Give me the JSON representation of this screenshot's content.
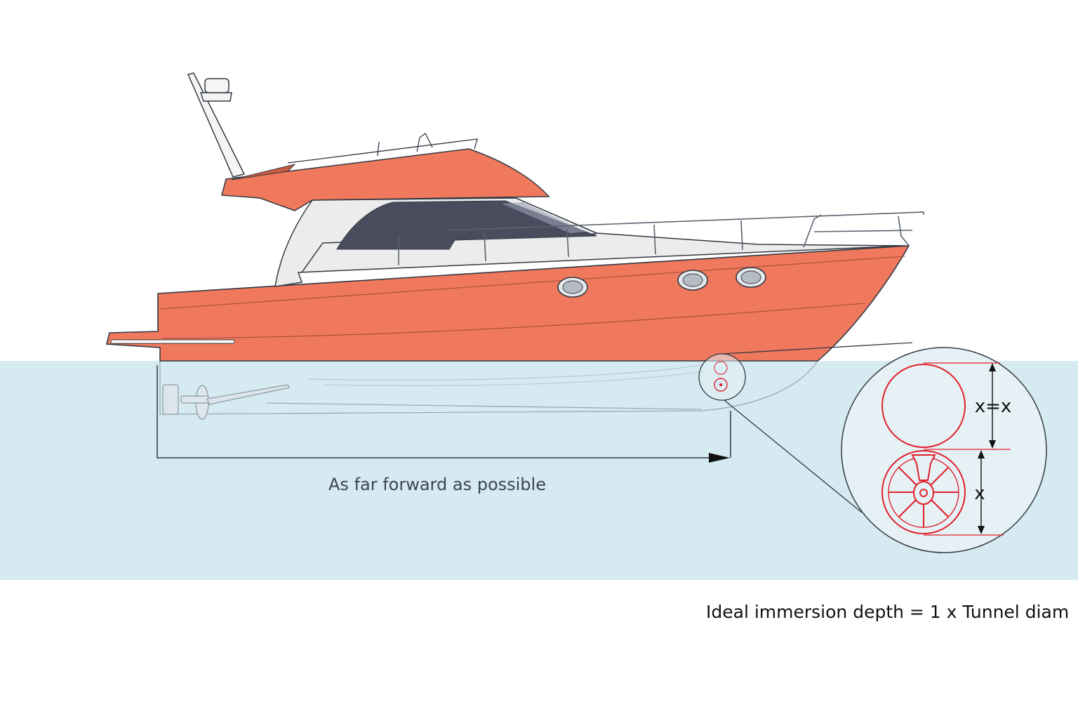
{
  "labels": {
    "forward": "As far forward as possible",
    "immersion": "Ideal immersion depth = 1 x Tunnel diam",
    "equal": "x=x",
    "x": "x"
  },
  "colors": {
    "hull": "#f0785c",
    "water": "#d5eaf1",
    "thruster": "#e0202a",
    "line": "#333a44",
    "window": "#4a4c5e",
    "cabin": "#ececec",
    "label": "#3d4552"
  }
}
